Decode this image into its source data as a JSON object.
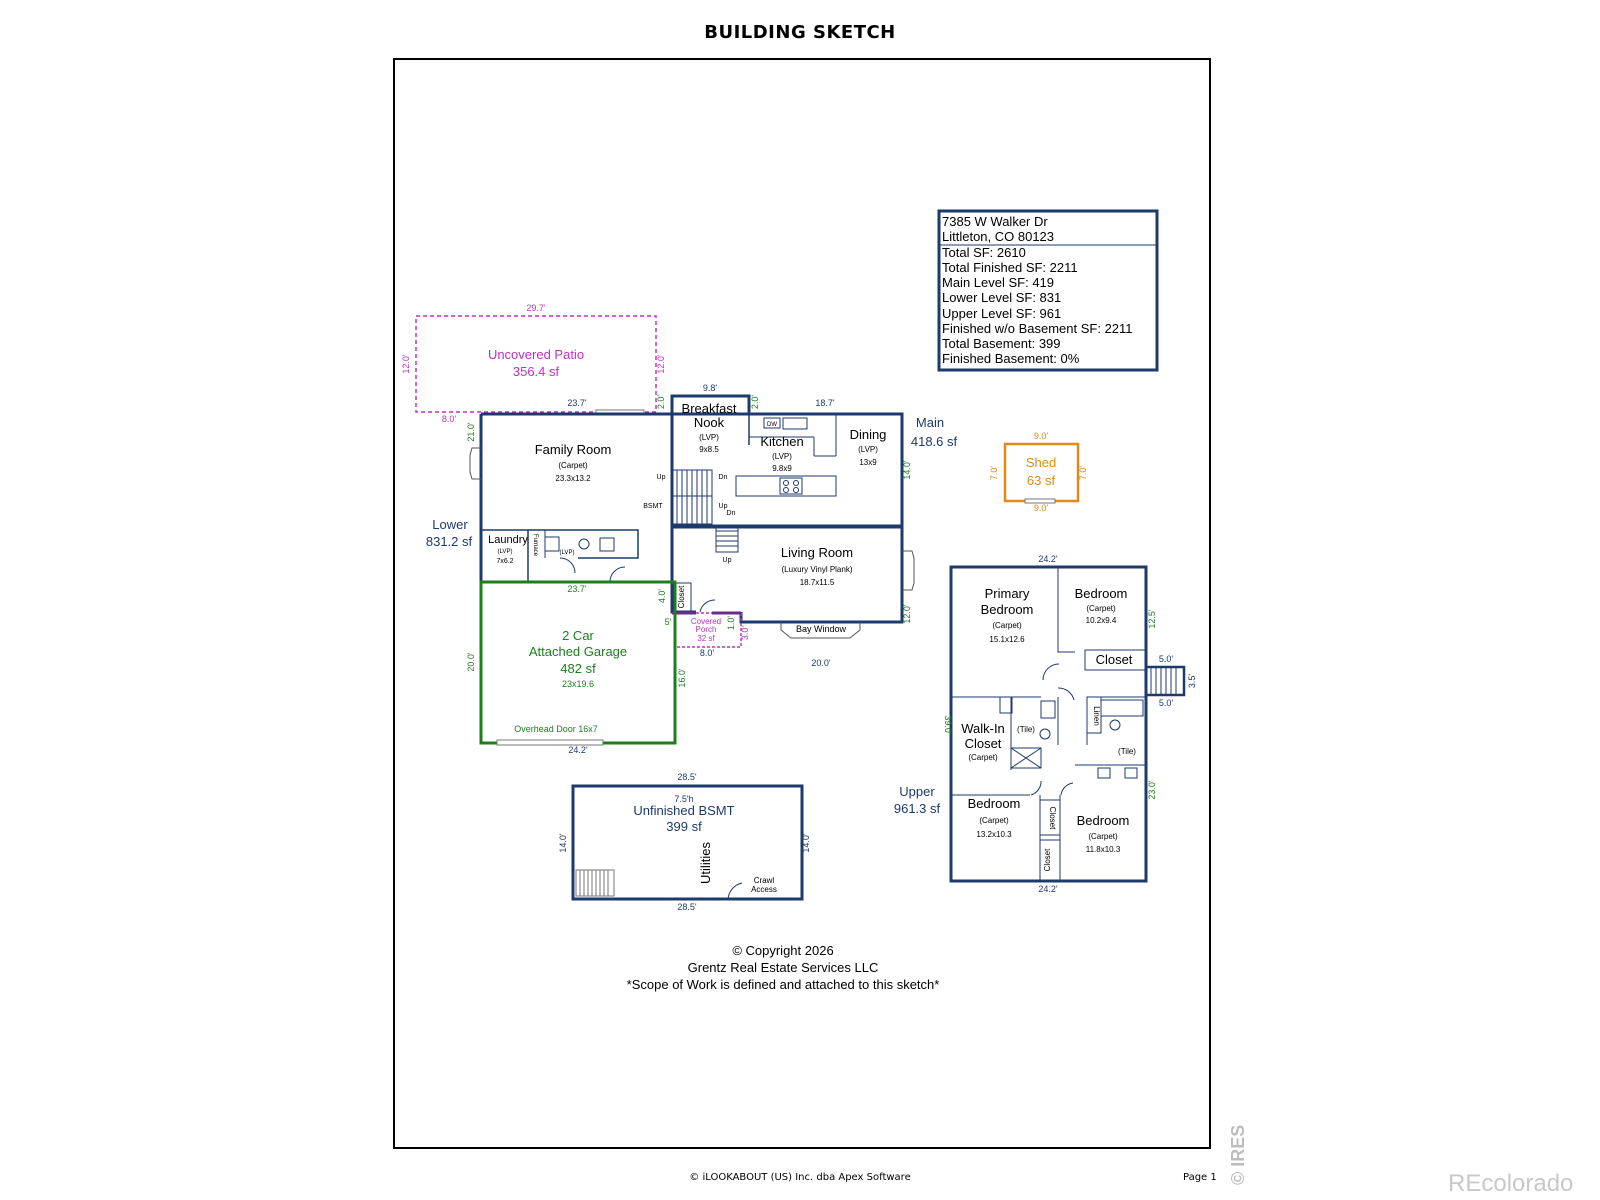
{
  "title": "BUILDING SKETCH",
  "summary": {
    "address_line1": "7385 W Walker Dr",
    "address_line2": "Littleton, CO 80123",
    "rows": [
      "Total SF: 2610",
      "Total Finished SF: 2211",
      "Main Level SF: 419",
      "Lower Level SF: 831",
      "Upper Level SF: 961",
      "Finished w/o Basement SF: 2211",
      "Total Basement: 399",
      "Finished Basement: 0%"
    ]
  },
  "levels": {
    "main": {
      "name": "Main",
      "area": "418.6 sf"
    },
    "lower": {
      "name": "Lower",
      "area": "831.2 sf"
    },
    "upper": {
      "name": "Upper",
      "area": "961.3 sf"
    }
  },
  "patio": {
    "name": "Uncovered Patio",
    "area": "356.4 sf",
    "dim_top": "29.7'",
    "dim_left": "12.0'",
    "dim_right": "12.0'",
    "dim_bottom": "23.7'",
    "dim_offset": "8.0'"
  },
  "shed": {
    "name": "Shed",
    "area": "63 sf",
    "dim_top": "9.0'",
    "dim_bottom": "9.0'",
    "dim_left": "7.0'",
    "dim_right": "7.0'"
  },
  "rooms": {
    "breakfast_nook": {
      "name1": "Breakfast",
      "name2": "Nook",
      "floor": "(LVP)",
      "size": "9x8.5"
    },
    "kitchen": {
      "name": "Kitchen",
      "floor": "(LVP)",
      "size": "9.8x9",
      "dw": "DW"
    },
    "dining": {
      "name": "Dining",
      "floor": "(LVP)",
      "size": "13x9"
    },
    "family_room": {
      "name": "Family Room",
      "floor": "(Carpet)",
      "size": "23.3x13.2"
    },
    "laundry": {
      "name": "Laundry",
      "floor": "(LVP)",
      "size": "7x6.2",
      "furnace": "Furnace",
      "floor2": "(LVP)"
    },
    "living_room": {
      "name": "Living Room",
      "floor": "(Luxury Vinyl Plank)",
      "size": "18.7x11.5",
      "bay": "Bay Window"
    },
    "closet_main": {
      "name": "Closet"
    },
    "covered_porch": {
      "name1": "Covered",
      "name2": "Porch",
      "area": "32 sf"
    },
    "garage": {
      "name1": "2 Car",
      "name2": "Attached Garage",
      "area": "482 sf",
      "size": "23x19.6",
      "door": "Overhead Door 16x7"
    },
    "basement": {
      "name": "Unfinished BSMT",
      "area": "399 sf",
      "height": "7.5'h",
      "utilities": "Utilities",
      "crawl1": "Crawl",
      "crawl2": "Access"
    },
    "primary_bedroom": {
      "name1": "Primary",
      "name2": "Bedroom",
      "floor": "(Carpet)",
      "size": "15.1x12.6"
    },
    "bedroom_ne": {
      "name": "Bedroom",
      "floor": "(Carpet)",
      "size": "10.2x9.4"
    },
    "closet_upper": {
      "name": "Closet"
    },
    "walk_in": {
      "name1": "Walk-In",
      "name2": "Closet",
      "floor": "(Carpet)"
    },
    "tile1": {
      "name": "(Tile)"
    },
    "tile2": {
      "name": "(Tile)"
    },
    "linen": {
      "name": "Linen"
    },
    "bedroom_sw": {
      "name": "Bedroom",
      "floor": "(Carpet)",
      "size": "13.2x10.3"
    },
    "bedroom_se": {
      "name": "Bedroom",
      "floor": "(Carpet)",
      "size": "11.8x10.3"
    },
    "closet_v1": {
      "name": "Closet"
    },
    "closet_v2": {
      "name": "Closet"
    }
  },
  "stairs": {
    "up": "Up",
    "dn": "Dn",
    "bsmt": "BSMT",
    "up2": "Up",
    "dn2": "Dn",
    "up3": "Up"
  },
  "dims": {
    "d_98": "9.8'",
    "d_20a": "2.0'",
    "d_20b": "2.0'",
    "d_187": "18.7'",
    "d_210": "21.0'",
    "d_140": "14.0'",
    "d_237b": "23.7'",
    "d_40": "4.0'",
    "d_05": "5'",
    "d_10": "1.0'",
    "d_30": "3.0'",
    "d_80": "8.0'",
    "d_120": "12.0'",
    "d_200b": "20.0'",
    "d_200g": "20.0'",
    "d_160": "16.0'",
    "d_242g": "24.2'",
    "d_285a": "28.5'",
    "d_285b": "28.5'",
    "d_140l": "14.0'",
    "d_140r": "14.0'",
    "d_242u": "24.2'",
    "d_242ub": "24.2'",
    "d_125": "12.5'",
    "d_50a": "5.0'",
    "d_50b": "5.0'",
    "d_35": "3.5'",
    "d_390": "39.0'",
    "d_230": "23.0'"
  },
  "copyright": {
    "line1": "© Copyright 2026",
    "line2": "Grentz Real Estate Services LLC",
    "line3": "*Scope of Work is defined and attached to this sketch*"
  },
  "footer": {
    "credit": "© iLOOKABOUT (US) Inc. dba Apex Software",
    "page": "Page 1",
    "ires": "© IRES",
    "brand": "REcolorado"
  },
  "colors": {
    "navy": "#1c3a6b",
    "green": "#1e7d1e",
    "magenta": "#c030c0",
    "orange": "#e08a1a"
  }
}
